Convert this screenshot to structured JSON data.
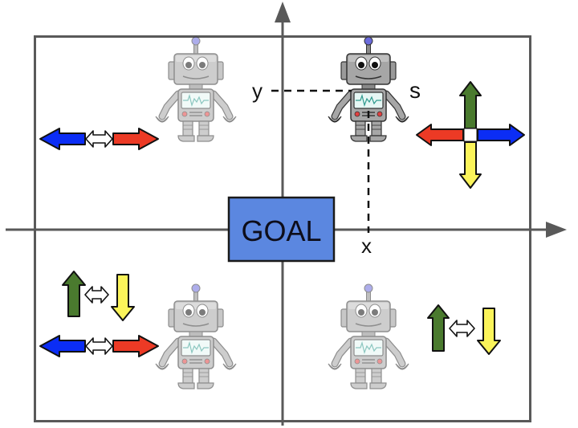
{
  "diagram": {
    "goal_label": "GOAL",
    "axis_labels": {
      "x": "x",
      "y": "y",
      "state": "s"
    },
    "colors": {
      "frame": "#595959",
      "goal_fill": "#5b87e0",
      "goal_stroke": "#1a1a1a",
      "arrow_up": "#4a7a2e",
      "arrow_down": "#fbf45a",
      "arrow_left": "#0b2df5",
      "arrow_right": "#ec3a25",
      "arrow_swap": "#ffffff"
    },
    "quadrants": [
      {
        "name": "top-left",
        "robot": "faded",
        "actions": [
          "left-right"
        ]
      },
      {
        "name": "top-right",
        "robot": "active",
        "actions": [
          "four-way"
        ]
      },
      {
        "name": "bottom-left",
        "robot": "faded",
        "actions": [
          "up-down",
          "left-right"
        ]
      },
      {
        "name": "bottom-right",
        "robot": "faded",
        "actions": [
          "up-down"
        ]
      }
    ]
  }
}
